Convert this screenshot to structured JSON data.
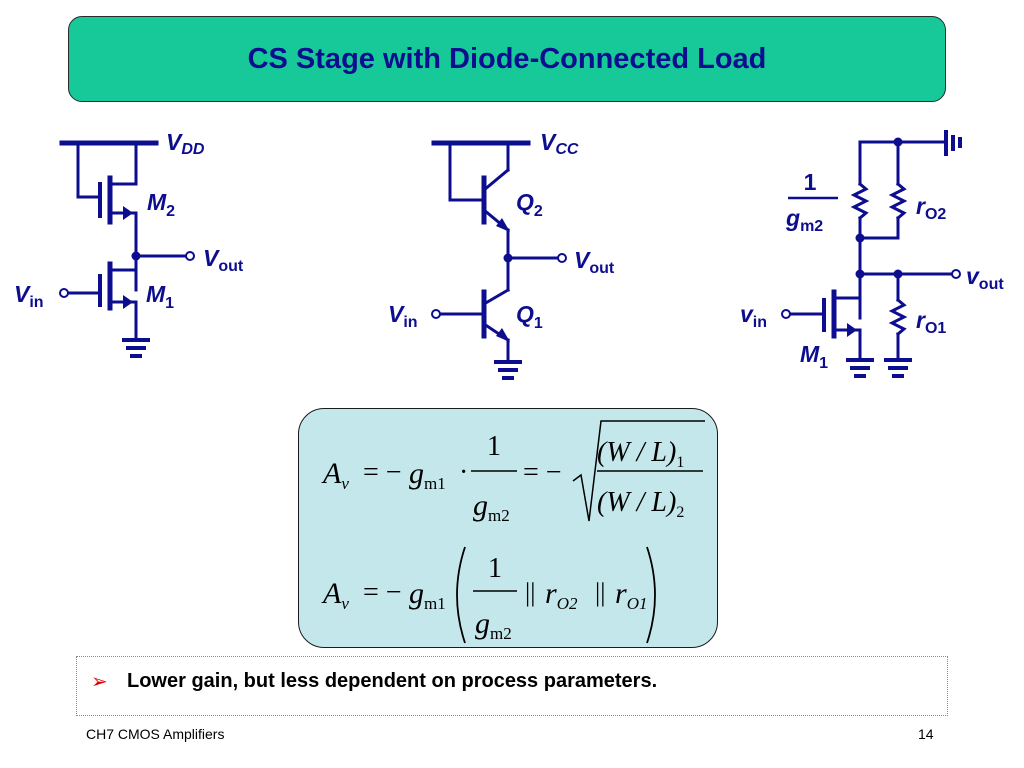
{
  "slide": {
    "title": "CS Stage with Diode-Connected Load",
    "bullet": "Lower gain, but less dependent on process parameters.",
    "footer_left": "CH7 CMOS Amplifiers",
    "page_number": "14"
  },
  "circuit_cmos": {
    "supply_main": "V",
    "supply_sub": "DD",
    "top_device": "M",
    "top_device_sub": "2",
    "bottom_device": "M",
    "bottom_device_sub": "1",
    "output_main": "V",
    "output_sub": "out",
    "input_main": "V",
    "input_sub": "in"
  },
  "circuit_bjt": {
    "supply_main": "V",
    "supply_sub": "CC",
    "top_device": "Q",
    "top_device_sub": "2",
    "bottom_device": "Q",
    "bottom_device_sub": "1",
    "output_main": "V",
    "output_sub": "out",
    "input_main": "V",
    "input_sub": "in"
  },
  "circuit_smallsignal": {
    "frac_num": "1",
    "frac_den_main": "g",
    "frac_den_sub": "m2",
    "ro2_main": "r",
    "ro2_sub": "O2",
    "ro1_main": "r",
    "ro1_sub": "O1",
    "device": "M",
    "device_sub": "1",
    "output_main": "v",
    "output_sub": "out",
    "input_main": "v",
    "input_sub": "in"
  },
  "equations": {
    "eq1": {
      "A": "A",
      "A_sub": "v",
      "eq_minus": "= −",
      "g": "g",
      "g_sub": "m1",
      "dot": "·",
      "num": "1",
      "den": "g",
      "den_sub": "m2",
      "eq_minus2": "= −",
      "rnum": "(W / L)",
      "rnum_sub": "1",
      "rden": "(W / L)",
      "rden_sub": "2"
    },
    "eq2": {
      "A": "A",
      "A_sub": "v",
      "eq_minus": "= −",
      "g": "g",
      "g_sub": "m1",
      "num": "1",
      "den": "g",
      "den_sub": "m2",
      "par1": "||",
      "r1": "r",
      "r1_sub": "O2",
      "par2": "||",
      "r2": "r",
      "r2_sub": "O1"
    }
  },
  "colors": {
    "title_bg": "#17c999",
    "title_text": "#0d0d8f",
    "circuit": "#0d0d8f",
    "eq_bg": "#c4e7ec",
    "bullet_arrow": "#e00000"
  }
}
